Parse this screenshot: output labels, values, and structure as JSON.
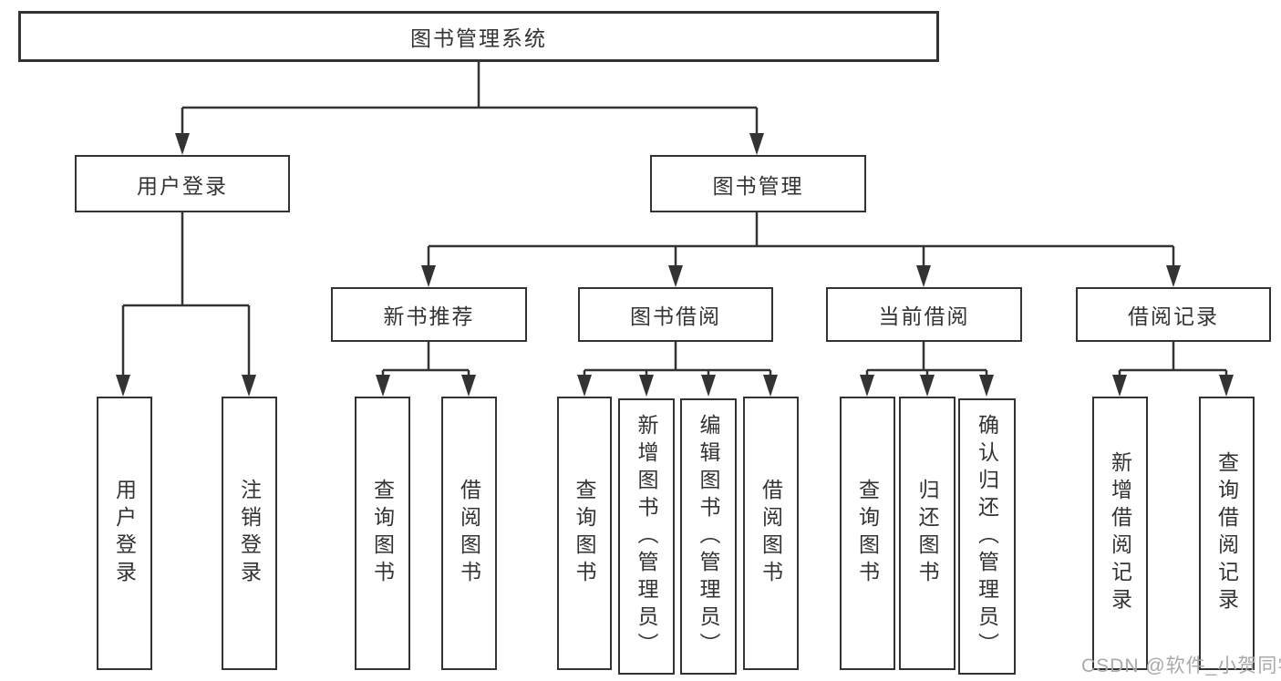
{
  "tree": {
    "label": "图书管理系统",
    "children": [
      {
        "label": "用户登录",
        "children": [
          {
            "label": "用户登录"
          },
          {
            "label": "注销登录"
          }
        ]
      },
      {
        "label": "图书管理",
        "children": [
          {
            "label": "新书推荐",
            "children": [
              {
                "label": "查询图书"
              },
              {
                "label": "借阅图书"
              }
            ]
          },
          {
            "label": "图书借阅",
            "children": [
              {
                "label": "查询图书"
              },
              {
                "label": "新增图书（管理员）"
              },
              {
                "label": "编辑图书（管理员）"
              },
              {
                "label": "借阅图书"
              }
            ]
          },
          {
            "label": "当前借阅",
            "children": [
              {
                "label": "查询图书"
              },
              {
                "label": "归还图书"
              },
              {
                "label": "确认归还（管理员）"
              }
            ]
          },
          {
            "label": "借阅记录",
            "children": [
              {
                "label": "新增借阅记录"
              },
              {
                "label": "查询借阅记录"
              }
            ]
          }
        ]
      }
    ]
  },
  "watermark": {
    "text": "CSDN @软件_小贺同学"
  },
  "colors": {
    "line": "#333333",
    "box_background": "#ffffff",
    "page_background": "#ffffff",
    "watermark": "#a9a9a9"
  }
}
